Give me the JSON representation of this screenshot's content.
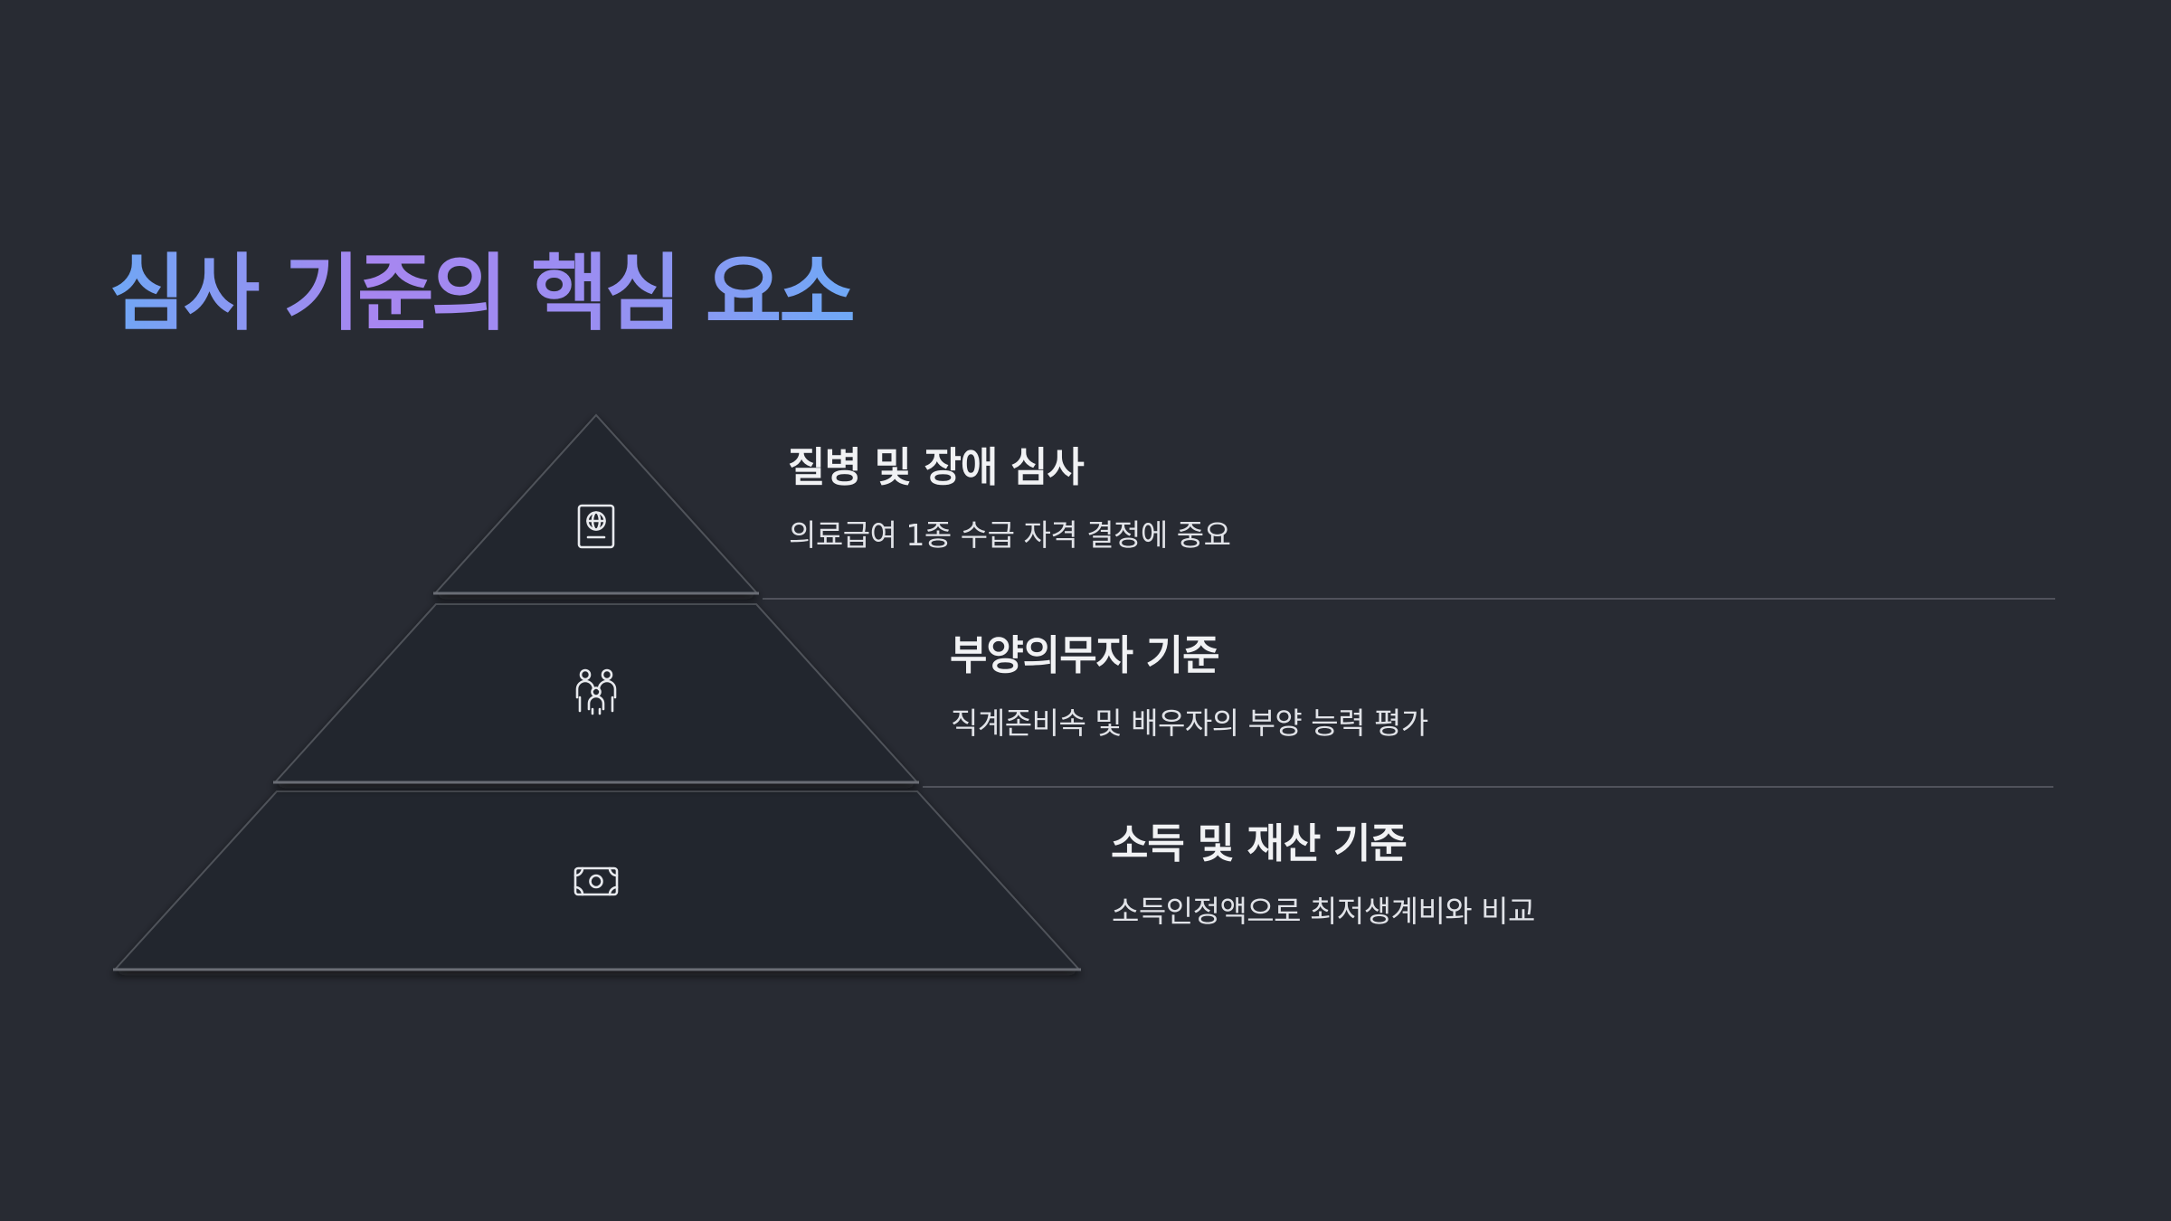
{
  "title": "심사 기준의 핵심 요소",
  "colors": {
    "background": "#282b33",
    "tier_fill": "#24272e",
    "tier_edge": "#5a5d64",
    "divider": "#5d6069",
    "title_gradient": [
      "#6fa7f5",
      "#a786f0",
      "#6fa9f6"
    ]
  },
  "tiers": [
    {
      "icon": "passport-icon",
      "heading": "질병 및 장애 심사",
      "description": "의료급여 1종 수급 자격 결정에 중요"
    },
    {
      "icon": "family-icon",
      "heading": "부양의무자 기준",
      "description": "직계존비속 및 배우자의 부양 능력 평가"
    },
    {
      "icon": "banknote-icon",
      "heading": "소득 및 재산 기준",
      "description": "소득인정액으로 최저생계비와 비교"
    }
  ]
}
